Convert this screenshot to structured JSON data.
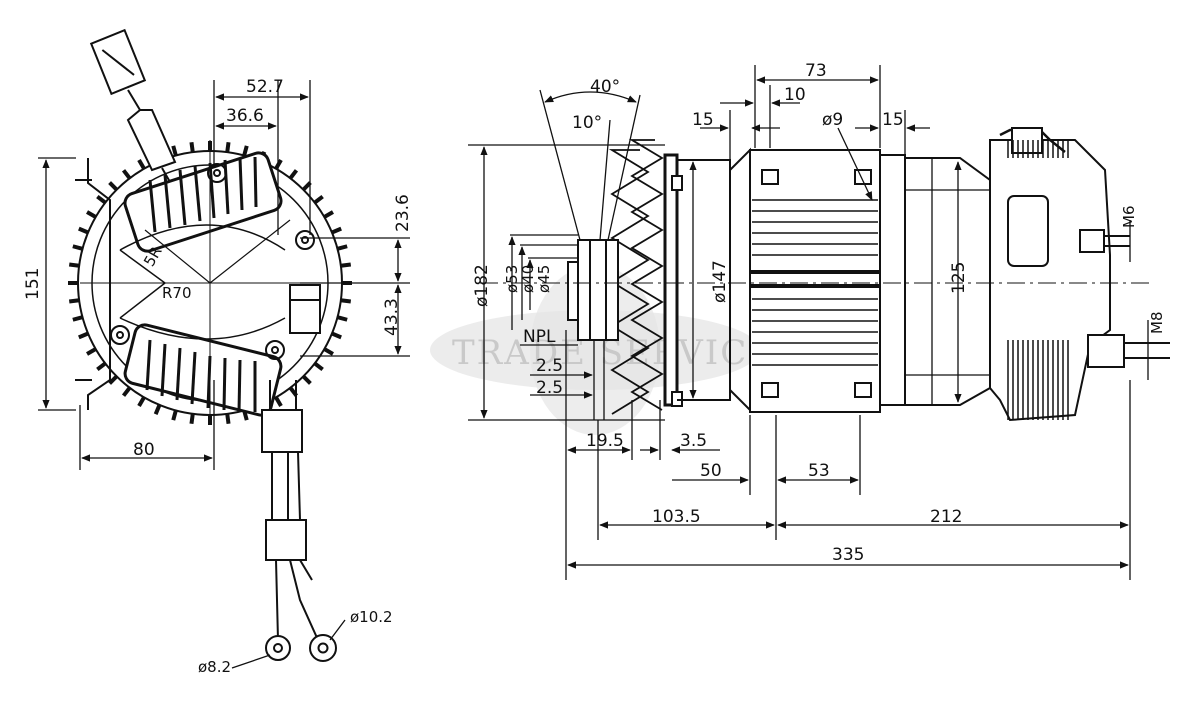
{
  "watermark": "TRADE SERVICE",
  "left_view": {
    "dims": {
      "d151": "151",
      "d80": "80",
      "d52_7": "52.7",
      "d36_6": "36.6",
      "d23_6": "23.6",
      "d43_3": "43.3",
      "r70": "R70",
      "r5": "5R",
      "phi8_2": "ø8.2",
      "phi10_2": "ø10.2"
    }
  },
  "right_view": {
    "dims": {
      "a40": "40°",
      "a10": "10°",
      "d73": "73",
      "d10": "10",
      "d15a": "15",
      "d15b": "15",
      "phi9": "ø9",
      "phi182": "ø182",
      "phi147": "ø147",
      "d125": "125",
      "phi53": "ø53",
      "phi40": "ø40",
      "phi45": "ø45",
      "m6": "M6",
      "m8": "M8",
      "npl": "NPL",
      "d2_5a": "2.5",
      "d2_5b": "2.5",
      "d19_5": "19.5",
      "d3_5": "3.5",
      "d50": "50",
      "d53": "53",
      "d103_5": "103.5",
      "d212": "212",
      "d335": "335"
    }
  }
}
